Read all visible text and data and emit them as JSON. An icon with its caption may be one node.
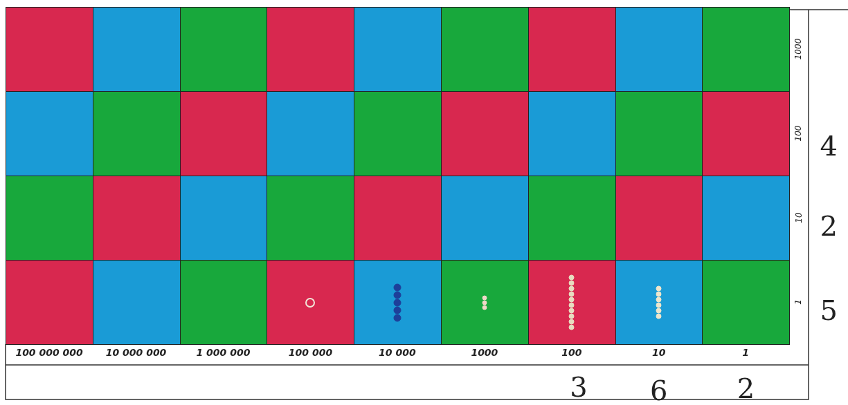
{
  "diagram": {
    "labels": [
      "1000",
      "100",
      "4",
      "10",
      "2",
      "1",
      "5",
      "100 000 000",
      "10 000 000",
      "1 000 000",
      "100 000",
      "10 000",
      "1000",
      "100",
      "10",
      "1",
      "3",
      "6",
      "2"
    ]
  }
}
